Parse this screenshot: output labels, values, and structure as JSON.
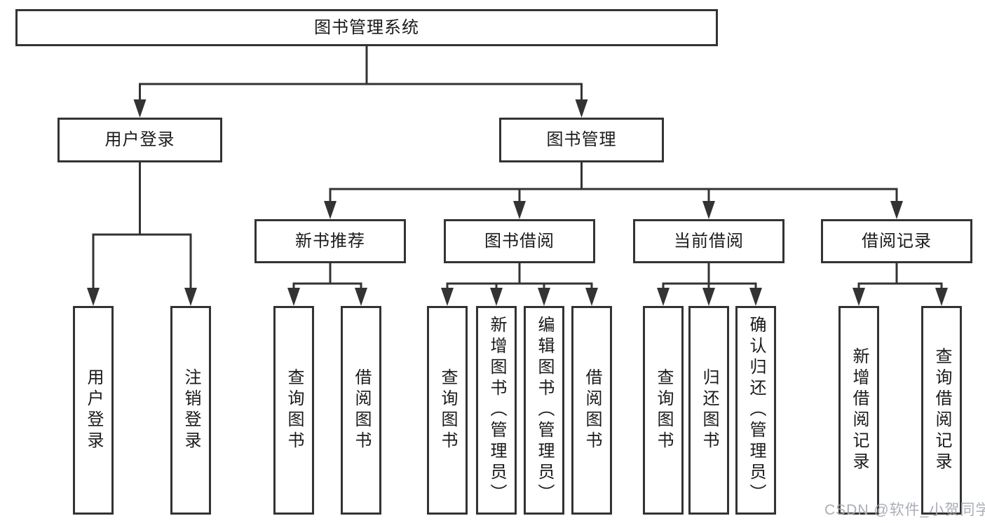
{
  "diagram": {
    "watermark": "CSDN @软件_小贺同学",
    "line_color": "#333333",
    "root": {
      "id": "root",
      "label": "图书管理系统",
      "children": [
        {
          "id": "user-login-branch",
          "label": "用户登录",
          "children": [
            {
              "id": "leaf-user-login",
              "label": "用户登录"
            },
            {
              "id": "leaf-logout",
              "label": "注销登录"
            }
          ]
        },
        {
          "id": "book-mgmt-branch",
          "label": "图书管理",
          "children": [
            {
              "id": "new-book-rec",
              "label": "新书推荐",
              "children": [
                {
                  "id": "leaf-query-books-1",
                  "label": "查询图书"
                },
                {
                  "id": "leaf-borrow-books-1",
                  "label": "借阅图书"
                }
              ]
            },
            {
              "id": "book-borrow",
              "label": "图书借阅",
              "children": [
                {
                  "id": "leaf-query-books-2",
                  "label": "查询图书"
                },
                {
                  "id": "leaf-add-books",
                  "label": "新增图书（管理员）"
                },
                {
                  "id": "leaf-edit-books",
                  "label": "编辑图书（管理员）"
                },
                {
                  "id": "leaf-borrow-books-2",
                  "label": "借阅图书"
                }
              ]
            },
            {
              "id": "current-borrow",
              "label": "当前借阅",
              "children": [
                {
                  "id": "leaf-query-books-3",
                  "label": "查询图书"
                },
                {
                  "id": "leaf-return-books",
                  "label": "归还图书"
                },
                {
                  "id": "leaf-confirm-return",
                  "label": "确认归还（管理员）"
                }
              ]
            },
            {
              "id": "borrow-records",
              "label": "借阅记录",
              "children": [
                {
                  "id": "leaf-add-borrow-record",
                  "label": "新增借阅记录"
                },
                {
                  "id": "leaf-query-borrow-record",
                  "label": "查询借阅记录"
                }
              ]
            }
          ]
        }
      ]
    }
  }
}
